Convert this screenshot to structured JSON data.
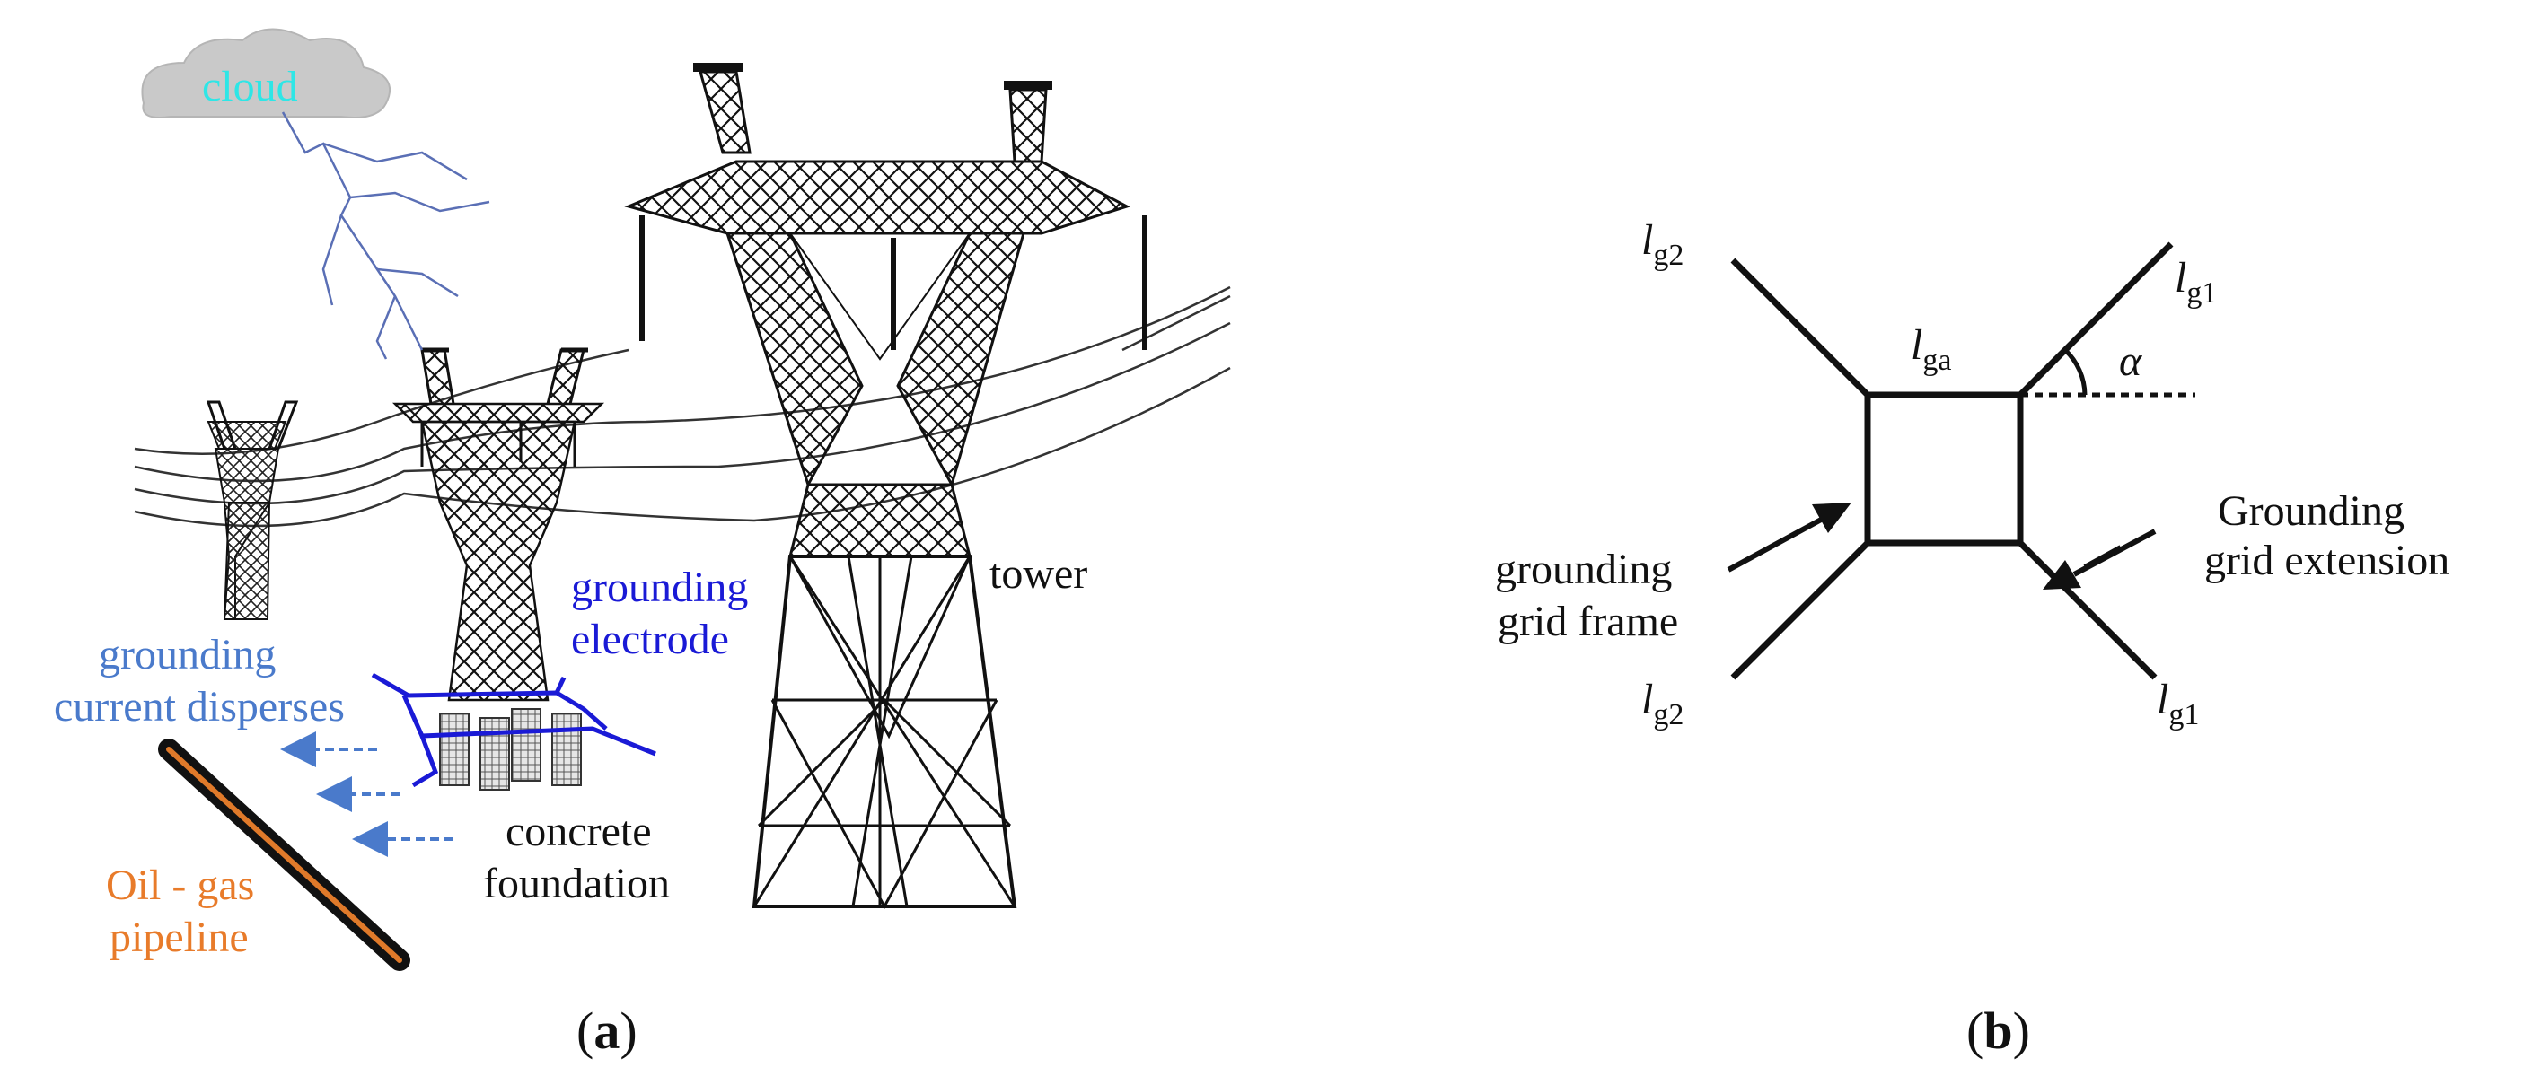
{
  "panel_a": {
    "label_open": "(",
    "label_letter": "a",
    "label_close": ")",
    "cloud": "cloud",
    "grounding_electrode_1": "grounding",
    "grounding_electrode_2": "electrode",
    "tower": "tower",
    "current_1": "grounding",
    "current_2": "current disperses",
    "foundation_1": "concrete",
    "foundation_2": "foundation",
    "pipeline_1": "Oil - gas",
    "pipeline_2": "pipeline"
  },
  "panel_b": {
    "label_open": "(",
    "label_letter": "b",
    "label_close": ")",
    "lg2_top": {
      "base": "l",
      "sub": "g2"
    },
    "lg1_top": {
      "base": "l",
      "sub": "g1"
    },
    "lga": {
      "base": "l",
      "sub": "ga"
    },
    "alpha": "α",
    "lg2_bottom": {
      "base": "l",
      "sub": "g2"
    },
    "lg1_bottom": {
      "base": "l",
      "sub": "g1"
    },
    "frame_1": "grounding",
    "frame_2": "grid frame",
    "extension_1": "Grounding",
    "extension_2": "grid extension"
  },
  "colors": {
    "cloud_text": "#2ee6e6",
    "electrode": "#1a1ad6",
    "current": "#4a7acb",
    "pipeline_text": "#e87b2a",
    "pipeline_core": "#e07a2a",
    "lightning": "#5a6fb5",
    "cloud_fill": "#c9c9c9"
  }
}
